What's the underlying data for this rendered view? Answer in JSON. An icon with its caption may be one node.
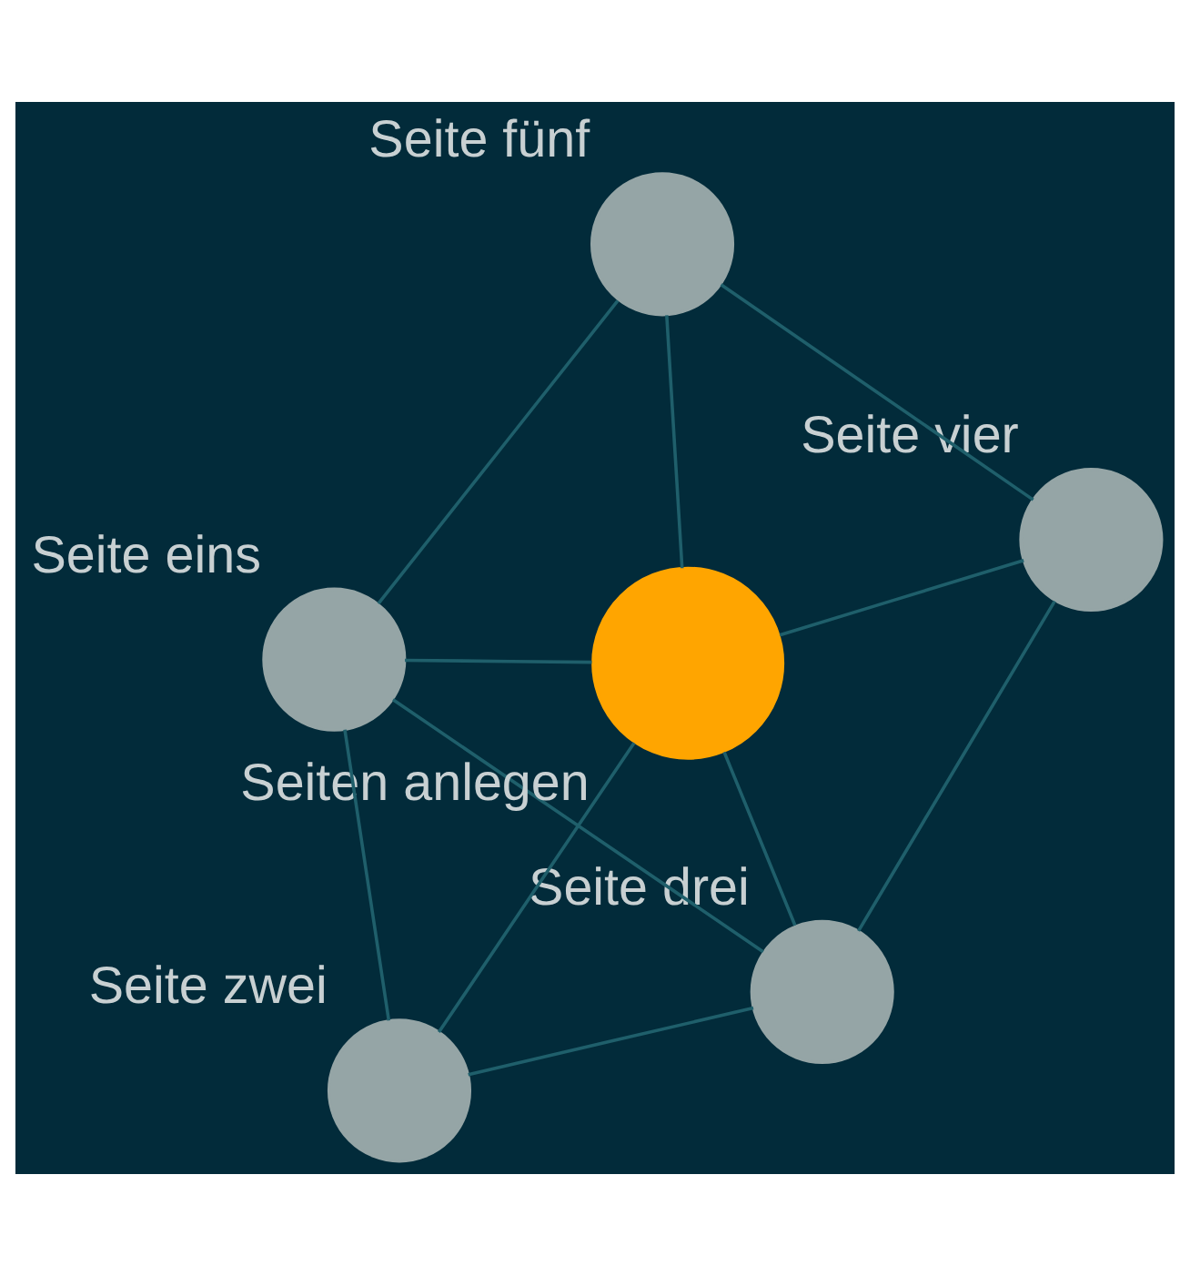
{
  "diagram": {
    "nodes": [
      {
        "text": [
          "Seite eins"
        ]
      },
      {
        "text": [
          "Seite drei"
        ]
      },
      {
        "text": [
          "Seite zwei"
        ]
      },
      {
        "text": [
          "Seiten anlegen"
        ]
      },
      {
        "text": [
          "Seite fünf"
        ]
      },
      {
        "text": [
          "Seite vier"
        ]
      }
    ],
    "edges": [
      {
        "from": 0,
        "to": 1,
        "arrow": "none"
      },
      {
        "from": 2,
        "to": 1,
        "arrow": "none"
      },
      {
        "from": 2,
        "to": 0,
        "arrow": "none"
      },
      {
        "from": 0,
        "to": 4,
        "arrow": "none"
      },
      {
        "from": 0,
        "to": 3,
        "arrow": "none"
      },
      {
        "from": 1,
        "to": 3,
        "arrow": "none"
      },
      {
        "from": 1,
        "to": 5,
        "arrow": "none"
      },
      {
        "from": 2,
        "to": 3,
        "arrow": "none"
      },
      {
        "from": 4,
        "to": 3,
        "arrow": "none"
      },
      {
        "from": 4,
        "to": 5,
        "arrow": "none"
      },
      {
        "from": 5,
        "to": 3,
        "arrow": "none"
      }
    ]
  }
}
